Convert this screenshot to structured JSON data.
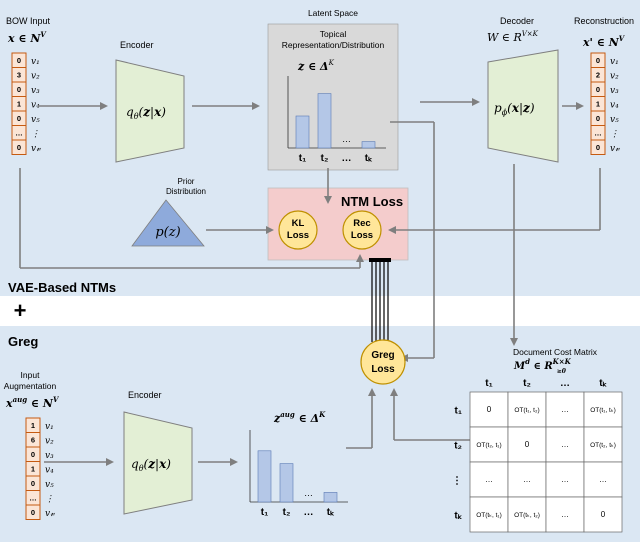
{
  "colors": {
    "panel_bg": "#dbe7f3",
    "encoder_fill": "#e3efd5",
    "latent_box": "#d9d9d9",
    "loss_box": "#f4cccc",
    "loss_circle": "#ffe699",
    "loss_circle_stroke": "#bf9000",
    "prior_fill": "#8eaadb",
    "bar_fill": "#b4c7e7",
    "vector_fill": "#fbe5d6",
    "vector_stroke": "#c55a11",
    "arrow": "#7f7f7f"
  },
  "top": {
    "bow_input_label": "BOW Input",
    "bow_input_math": "x ∈ N",
    "bow_input_sup": "V",
    "bow_vector": [
      "0",
      "3",
      "0",
      "1",
      "0",
      "…",
      "0"
    ],
    "vocab": [
      "v₁",
      "v₂",
      "v₃",
      "v₄",
      "v₅",
      "⋮",
      "v𝓋"
    ],
    "encoder_label": "Encoder",
    "encoder_formula": "q_θ(z|x)",
    "latent_title": "Latent Space",
    "latent_subtitle_1": "Topical",
    "latent_subtitle_2": "Representation/Distribution",
    "latent_math": "z ∈ Δ",
    "latent_sup": "K",
    "topic_ticks": [
      "t₁",
      "t₂",
      "…",
      "tₖ"
    ],
    "decoder_label": "Decoder",
    "decoder_math": "W ∈ R",
    "decoder_sup": "V×K",
    "decoder_formula": "p_ϕ(x|z)",
    "recon_label": "Reconstruction",
    "recon_math": "x' ∈ N",
    "recon_sup": "V",
    "recon_vector": [
      "0",
      "2",
      "0",
      "1",
      "0",
      "…",
      "0"
    ],
    "prior_label_1": "Prior",
    "prior_label_2": "Distribution",
    "prior_formula": "p(z)",
    "ntm_loss_title": "NTM Loss",
    "kl_loss": [
      "KL",
      "Loss"
    ],
    "rec_loss": [
      "Rec",
      "Loss"
    ],
    "section_label": "VAE-Based NTMs"
  },
  "plus": "+",
  "bottom": {
    "section_label": "Greg",
    "input_aug_label_1": "Input",
    "input_aug_label_2": "Augmentation",
    "input_aug_math": "x",
    "input_aug_sup": "aug",
    "input_aug_math2": " ∈ N",
    "input_aug_sup2": "V",
    "aug_vector": [
      "1",
      "6",
      "0",
      "1",
      "0",
      "…",
      "0"
    ],
    "encoder_label": "Encoder",
    "encoder_formula": "q_θ(z|x)",
    "z_aug_math": "z",
    "z_aug_sup": "aug",
    "z_aug_math2": " ∈ Δ",
    "z_aug_sup2": "K",
    "topic_ticks": [
      "t₁",
      "t₂",
      "…",
      "tₖ"
    ],
    "greg_loss": [
      "Greg",
      "Loss"
    ],
    "cost_matrix_title": "Document Cost Matrix",
    "cost_matrix_math": "M",
    "cost_matrix_sup": "d",
    "cost_matrix_math2": " ∈ R",
    "cost_matrix_sup2": "K×K",
    "cost_matrix_sub": "≥0",
    "col_headers": [
      "t₁",
      "t₂",
      "…",
      "tₖ"
    ],
    "row_headers": [
      "t₁",
      "t₂",
      "⋮",
      "tₖ"
    ],
    "cells": [
      [
        "0",
        "OT(t₁, t₂)",
        "…",
        "OT(t₁, tₖ)"
      ],
      [
        "OT(t₂, t₁)",
        "0",
        "…",
        "OT(t₂, tₖ)"
      ],
      [
        "…",
        "…",
        "…",
        "…"
      ],
      [
        "OT(tₖ, t₁)",
        "OT(tₖ, t₂)",
        "…",
        "0"
      ]
    ]
  },
  "chart_data": [
    {
      "type": "bar",
      "categories": [
        "t₁",
        "t₂",
        "…",
        "tₖ"
      ],
      "values": [
        0.5,
        0.85,
        0,
        0.1
      ]
    },
    {
      "type": "bar",
      "categories": [
        "t₁",
        "t₂",
        "…",
        "tₖ"
      ],
      "values": [
        0.8,
        0.6,
        0,
        0.15
      ]
    }
  ]
}
